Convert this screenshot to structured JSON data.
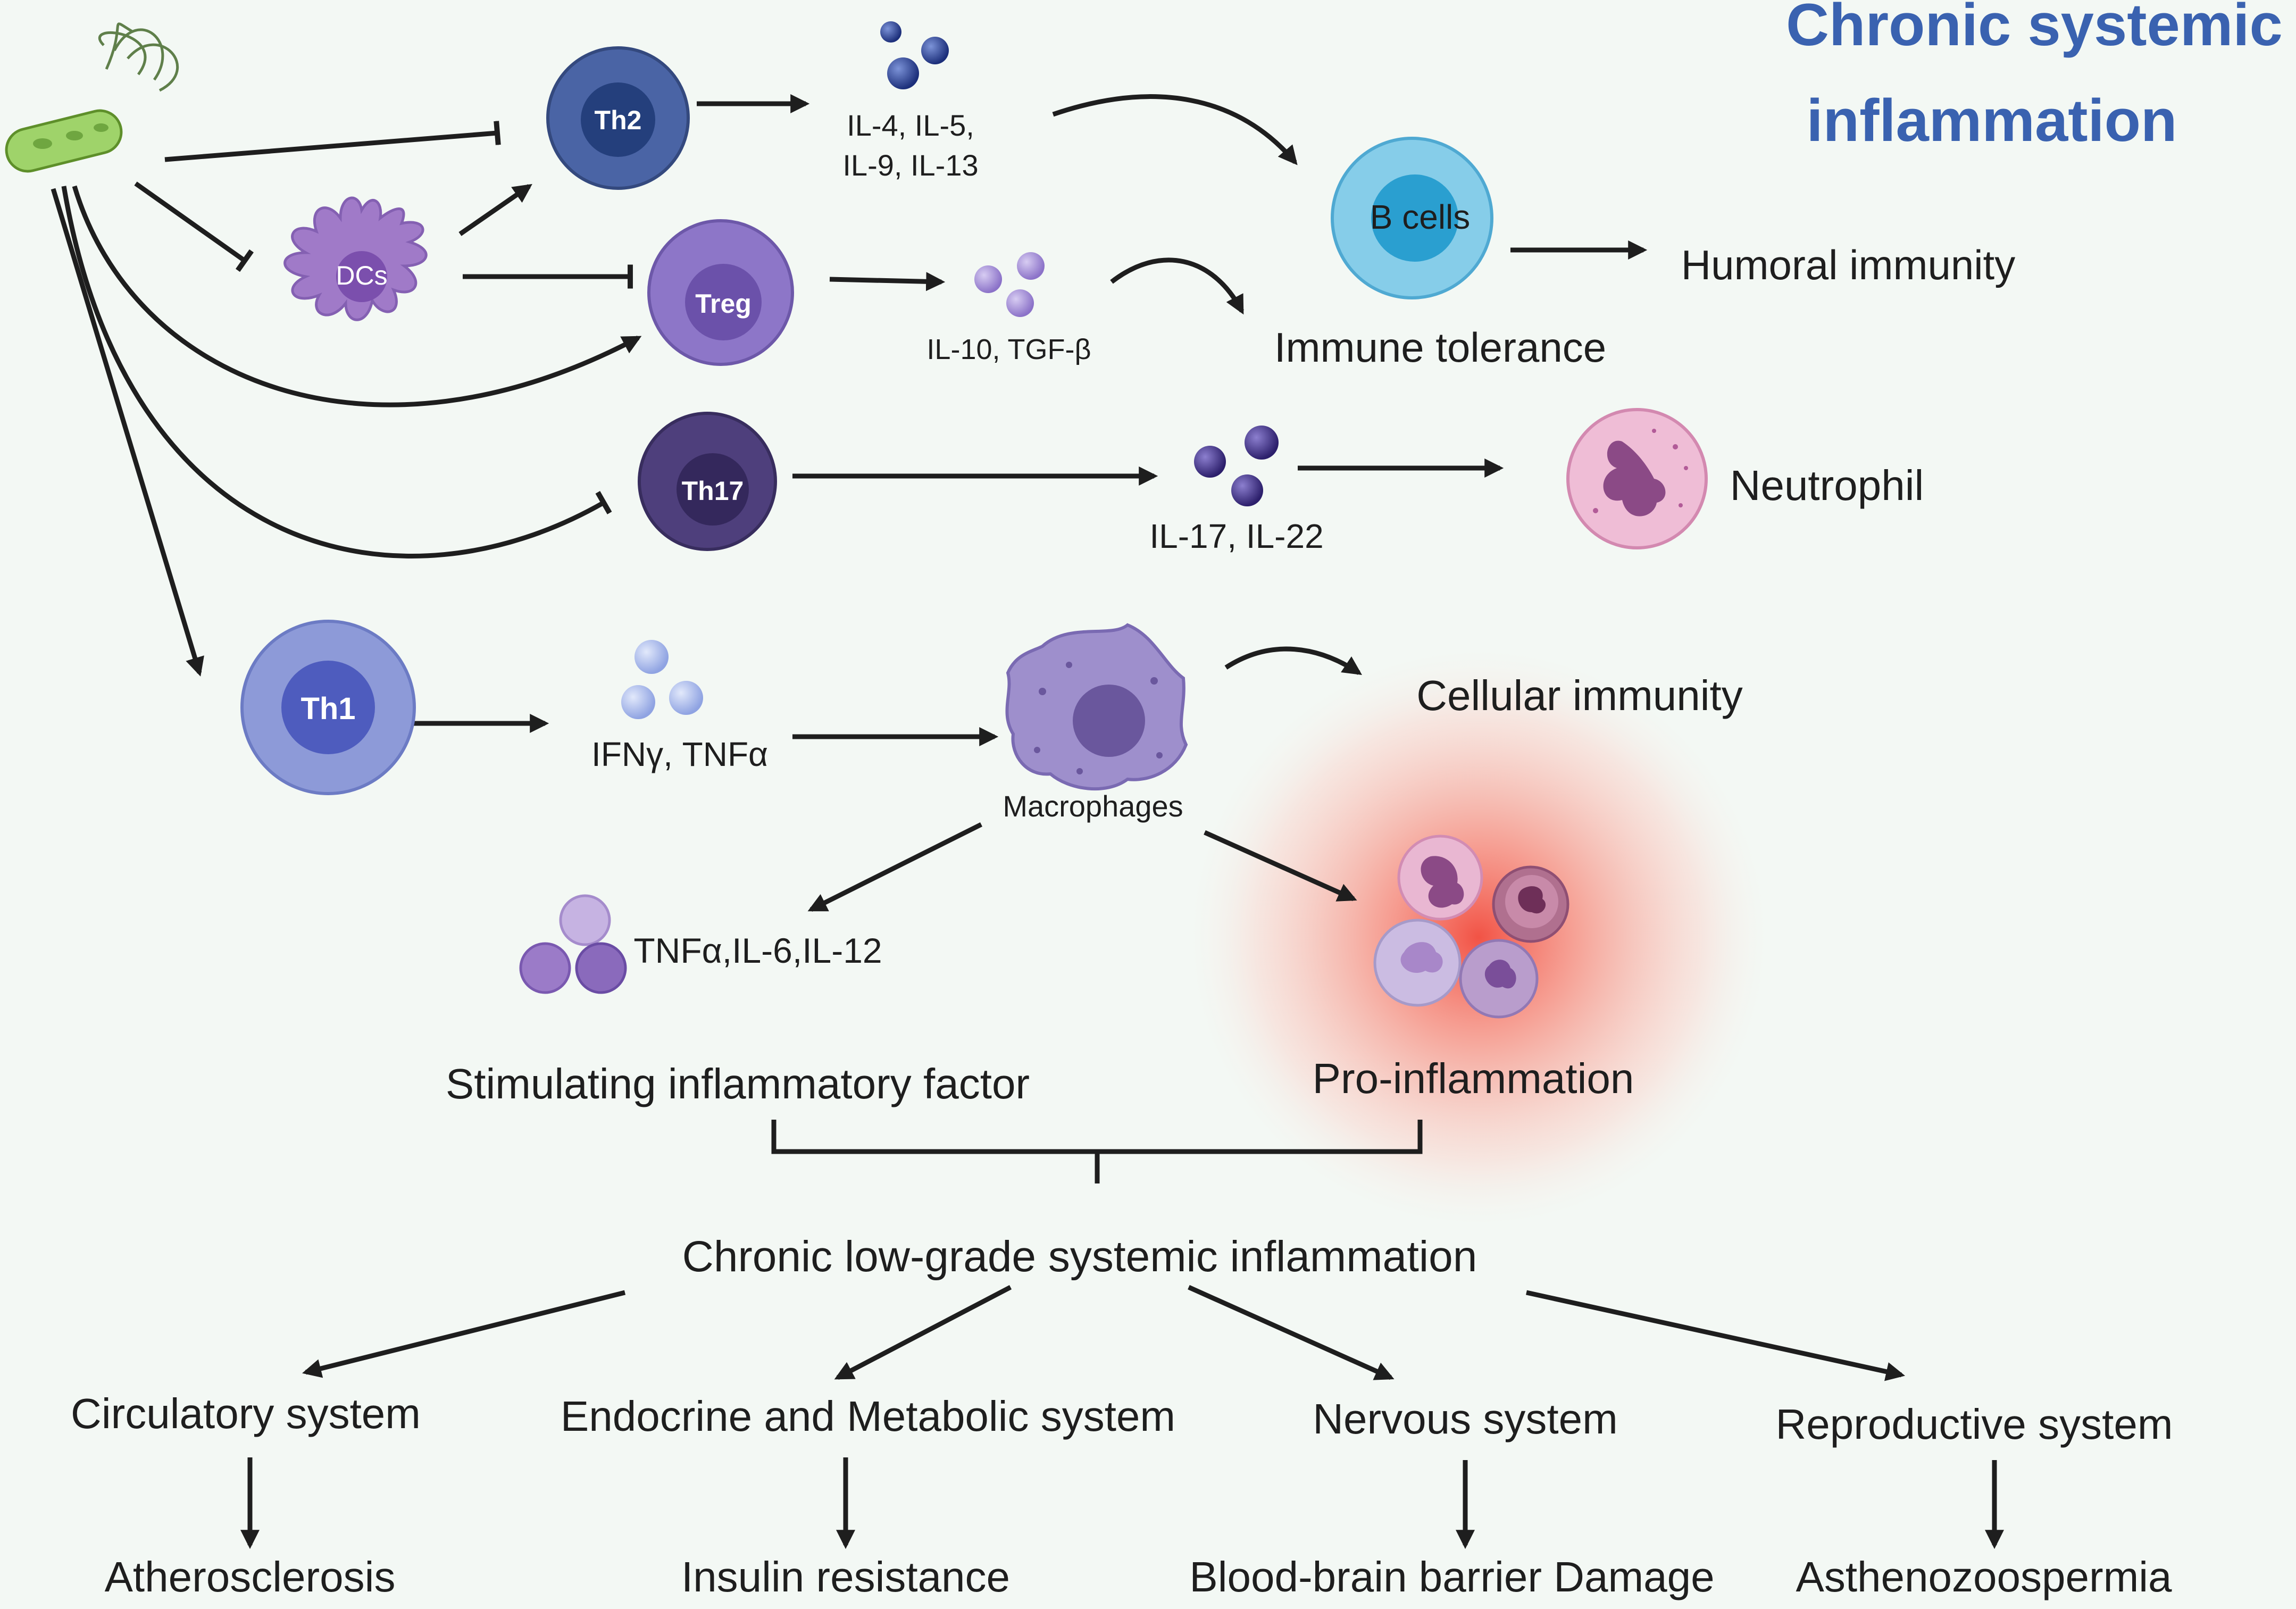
{
  "title": {
    "line1": "Chronic systemic",
    "line2": "inflammation"
  },
  "cells": {
    "th2": "Th2",
    "dcs": "DCs",
    "treg": "Treg",
    "th17": "Th17",
    "th1": "Th1",
    "b_cells": "B cells",
    "macrophages": "Macrophages"
  },
  "cytokines": {
    "th2_line1": "IL-4, IL-5,",
    "th2_line2": "IL-9, IL-13",
    "treg": "IL-10, TGF-β",
    "th17": "IL-17, IL-22",
    "th1": "IFNγ, TNFα",
    "macrophage": "TNFα,IL-6,IL-12"
  },
  "outcomes": {
    "humoral": "Humoral immunity",
    "tolerance": "Immune tolerance",
    "neutrophil": "Neutrophil",
    "cellular": "Cellular immunity",
    "stimulating": "Stimulating inflammatory factor",
    "pro_inflammation": "Pro-inflammation"
  },
  "central": "Chronic low-grade systemic inflammation",
  "systems": [
    {
      "name": "Circulatory system",
      "effect": "Atherosclerosis"
    },
    {
      "name": "Endocrine and Metabolic system",
      "effect": "Insulin resistance"
    },
    {
      "name": "Nervous system",
      "effect": "Blood-brain barrier Damage"
    },
    {
      "name": "Reproductive system",
      "effect": "Asthenozoospermia"
    }
  ],
  "colors": {
    "title": "#3a62b0",
    "th2": "#4a64a5",
    "treg": "#8d76c8",
    "th17": "#4e3f7c",
    "th1": "#8d9ad8",
    "b_cells": "#5cb8df",
    "dcs": "#a07ac8",
    "macrophage": "#9e8fcc",
    "neutrophil": "#e7a7c6",
    "inflammation": "#f26a5c"
  }
}
